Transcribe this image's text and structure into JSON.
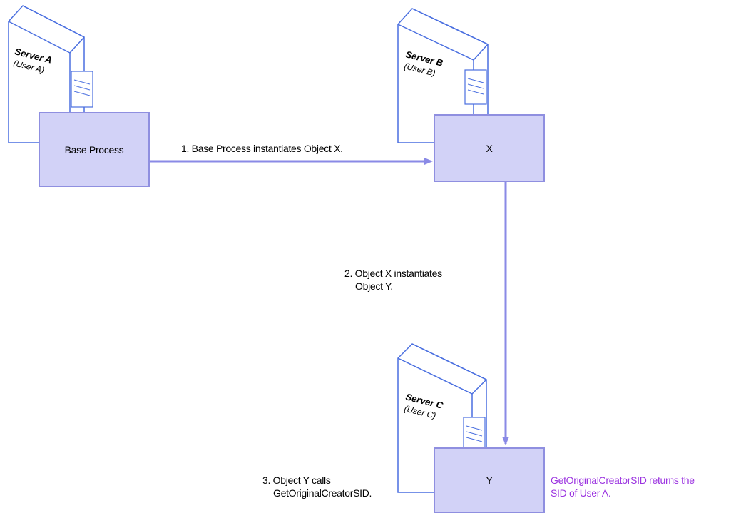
{
  "diagram": {
    "servers": [
      {
        "name": "Server A",
        "user": "(User A)"
      },
      {
        "name": "Server B",
        "user": "(User B)"
      },
      {
        "name": "Server C",
        "user": "(User C)"
      }
    ],
    "boxes": {
      "base_process": "Base Process",
      "x": "X",
      "y": "Y"
    },
    "steps": {
      "step1": "1.  Base Process instantiates Object X.",
      "step2_line1": "2.  Object X instantiates",
      "step2_line2": "Object Y.",
      "step3_line1": "3.  Object Y calls",
      "step3_line2": "GetOriginalCreatorSID."
    },
    "note": {
      "line1": "GetOriginalCreatorSID returns the",
      "line2": "SID of User A."
    },
    "colors": {
      "box_fill": "#d2d2f7",
      "box_border": "#8f8fe0",
      "arrow": "#8a8ae6",
      "server_outline": "#4a6fe0",
      "note_text": "#9b33e0"
    }
  }
}
